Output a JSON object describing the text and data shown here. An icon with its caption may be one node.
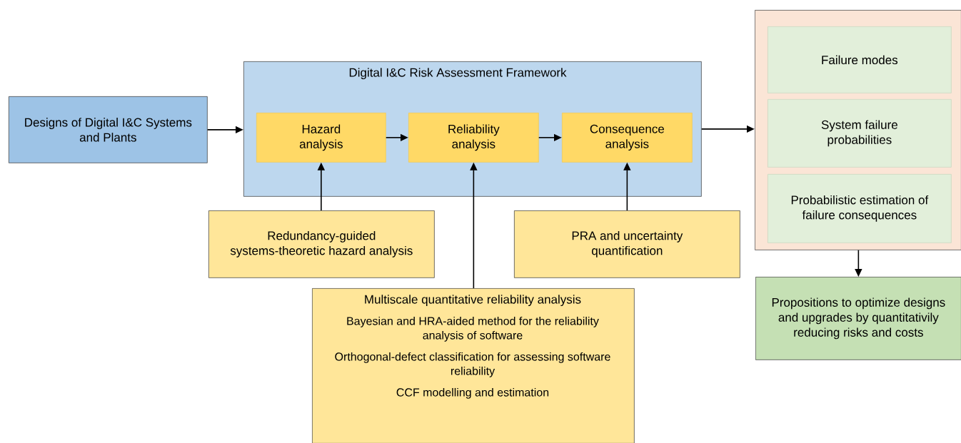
{
  "diagram": {
    "nodes": [
      {
        "text": [
          "Designs of Digital I&C Systems and Plants"
        ]
      },
      {
        "text": [
          "Digital I&C Risk Assessment Framework"
        ]
      },
      {
        "text": [
          "Hazard analysis"
        ],
        "in": 1
      },
      {
        "text": [
          "Reliability analysis"
        ],
        "in": 1
      },
      {
        "text": [
          "Consequence analysis"
        ],
        "in": 1
      },
      {
        "text": [
          "Redundancy-guided systems-theoretic hazard analysis"
        ]
      },
      {
        "text": [
          "PRA and uncertainty quantification"
        ]
      },
      {
        "text": [
          "Multiscale quantitative reliability analysis",
          "Bayesian and HRA-aided method for the reliability analysis of software",
          "Orthogonal-defect classification for assessing software reliability",
          "CCF modelling and estimation"
        ]
      },
      {
        "text": [],
        "shape": "box"
      },
      {
        "text": [
          "Failure modes"
        ],
        "in": 8
      },
      {
        "text": [
          "System failure probabilities"
        ],
        "in": 8
      },
      {
        "text": [
          "Probabilistic estimation of failure consequences"
        ],
        "in": 8
      },
      {
        "text": [
          "Propositions to optimize designs and upgrades by quantitativily reducing risks and costs"
        ]
      }
    ],
    "edges": [
      {
        "from": 0,
        "to": 1,
        "arrow": "to"
      },
      {
        "from": 2,
        "to": 3,
        "arrow": "to"
      },
      {
        "from": 3,
        "to": 4,
        "arrow": "to"
      },
      {
        "from": 1,
        "to": 8,
        "arrow": "to"
      },
      {
        "from": 5,
        "to": 2,
        "arrow": "to"
      },
      {
        "from": 7,
        "to": 3,
        "arrow": "to"
      },
      {
        "from": 6,
        "to": 4,
        "arrow": "to"
      },
      {
        "from": 8,
        "to": 12,
        "arrow": "to"
      }
    ]
  }
}
